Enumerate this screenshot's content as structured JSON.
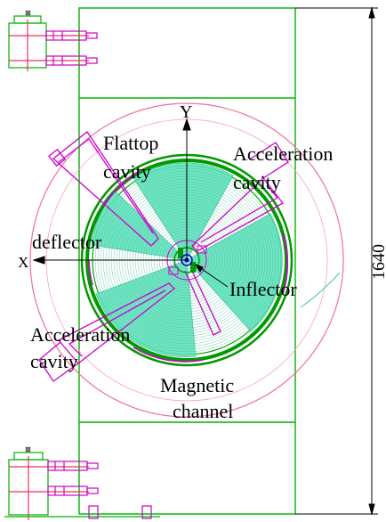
{
  "labels": {
    "y_axis": "Y",
    "x_axis": "X",
    "flattop_line1": "Flattop",
    "flattop_line2": "cavity",
    "accel_top_line1": "Acceleration",
    "accel_top_line2": "cavity",
    "accel_bottom_line1": "Acceleration",
    "accel_bottom_line2": "cavity",
    "deflector": "deflector",
    "inflector": "Inflector",
    "magnetic_line1": "Magnetic",
    "magnetic_line2": "channel",
    "dimension": "1640"
  },
  "colors": {
    "frame": "#00b000",
    "yoke": "#009900",
    "coil": "#00a000",
    "dees": "#40dca8",
    "orbits": "#30b890",
    "cavity": "#cc00cc",
    "circle": "#ee70a0",
    "axis": "#000000",
    "center": "#0000cc"
  }
}
